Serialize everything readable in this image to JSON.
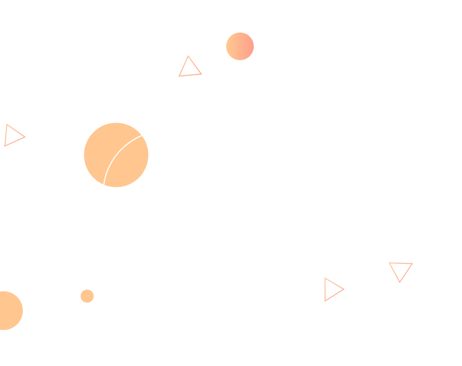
{
  "colors": {
    "peach": "#ffc68f",
    "gradient_start": "#ffc98f",
    "gradient_end": "#ff9e8c",
    "triangle_stroke": "#ffa586"
  },
  "shapes": [
    "large-circle-with-arc",
    "gradient-circle",
    "small-circle",
    "corner-circle",
    "outline-triangles"
  ]
}
